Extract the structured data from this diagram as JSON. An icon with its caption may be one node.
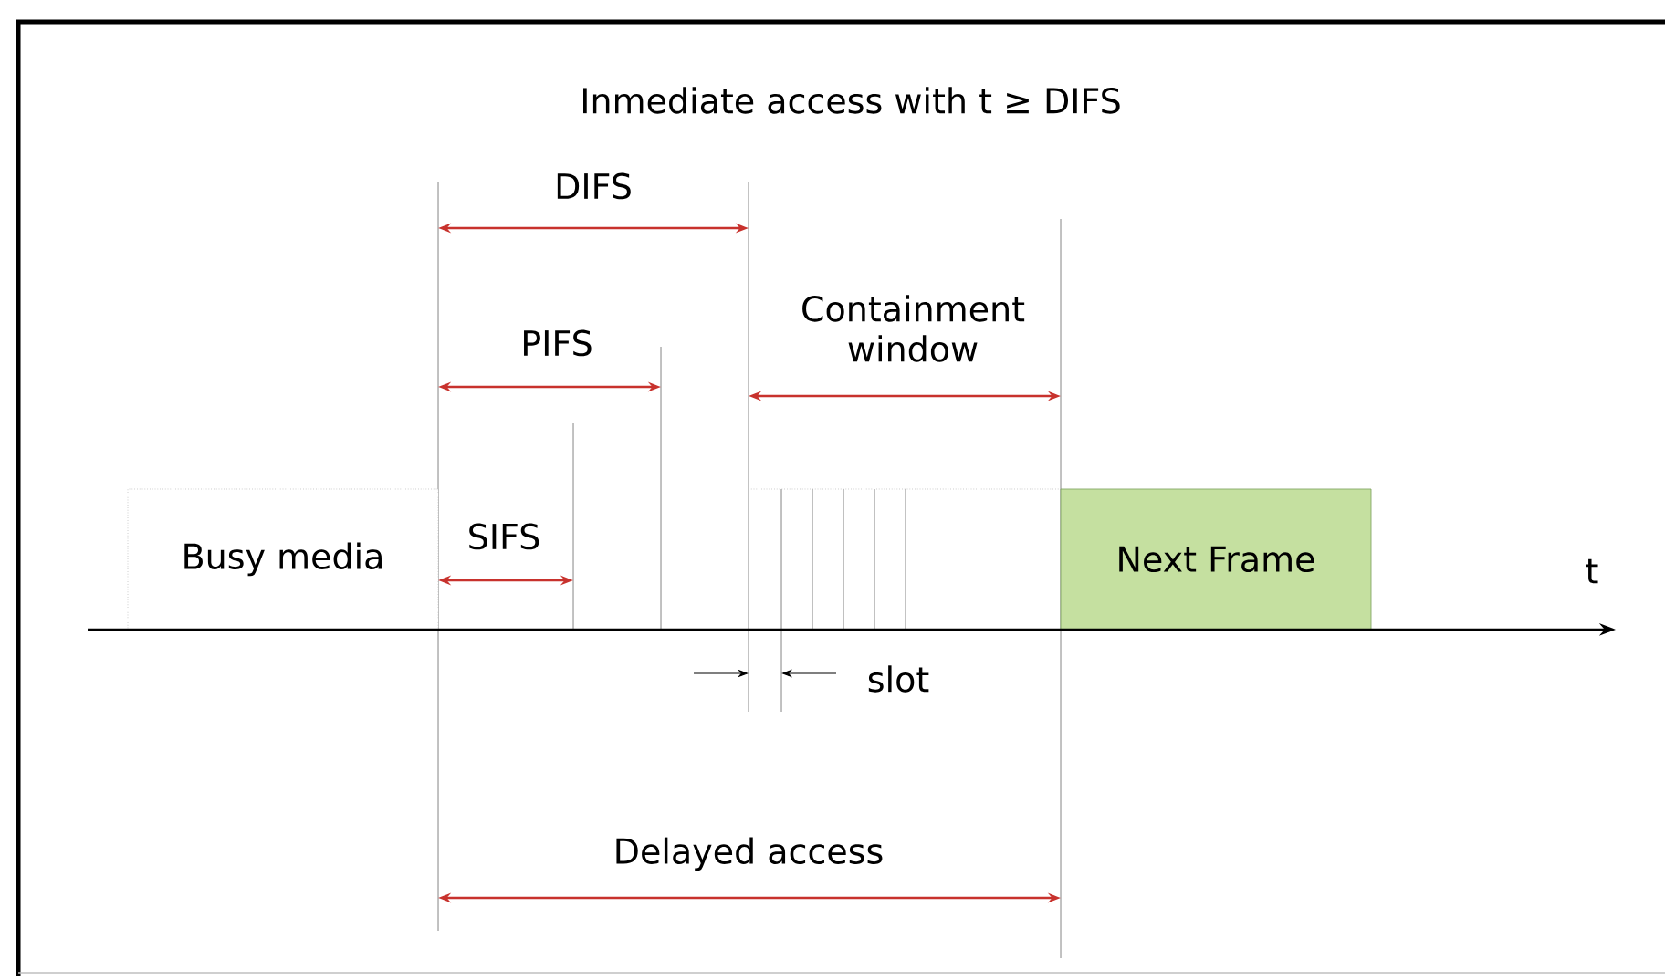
{
  "diagram": {
    "title": "Inmediate access with t ≥ DIFS",
    "nodes": [
      {
        "text": [
          "Busy media"
        ]
      },
      {
        "text": [
          "Next Frame"
        ]
      }
    ],
    "labels": [
      "DIFS",
      "PIFS",
      "Containment window",
      "SIFS",
      "t",
      "slot",
      "Delayed access"
    ]
  }
}
